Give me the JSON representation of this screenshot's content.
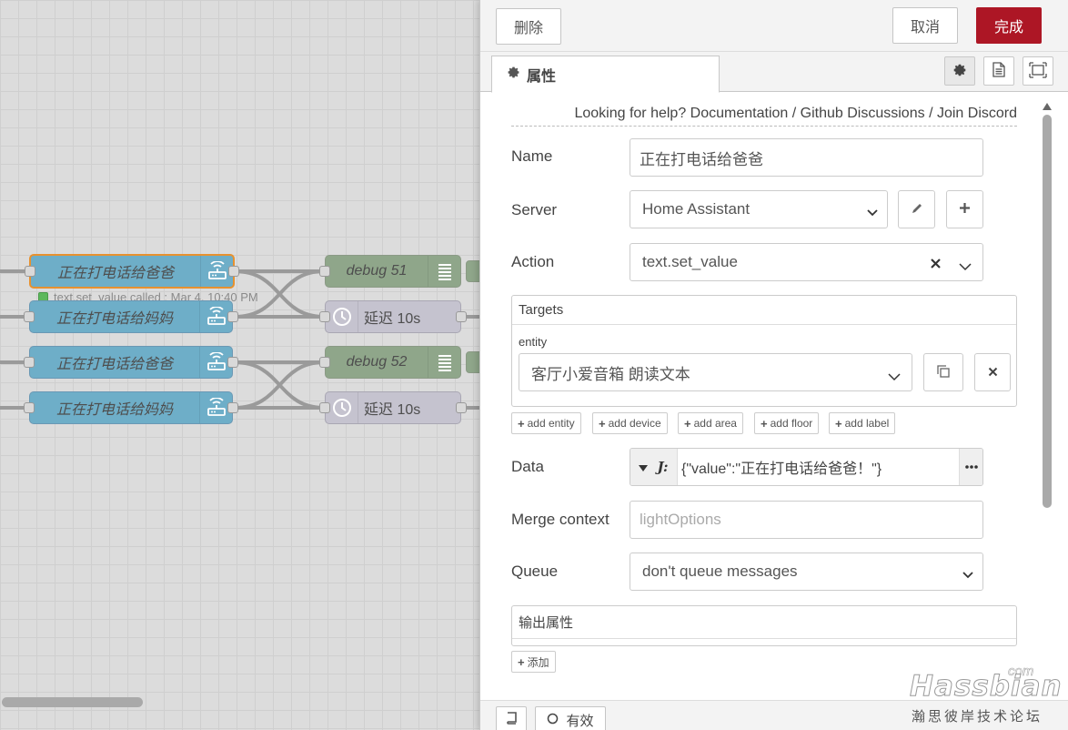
{
  "canvas": {
    "nodes": {
      "ha1": "正在打电话给爸爸",
      "ha2": "正在打电话给妈妈",
      "ha3": "正在打电话给爸爸",
      "ha4": "正在打电话给妈妈",
      "debug1": "debug 51",
      "debug2": "debug 52",
      "delay1": "延迟 10s",
      "delay2": "延迟 10s"
    },
    "status_text": "text.set_value called : Mar 4, 10:40 PM"
  },
  "tray": {
    "delete_label": "删除",
    "cancel_label": "取消",
    "done_label": "完成",
    "tab_properties": "属性",
    "help": {
      "prefix": "Looking for help?",
      "link_docs": "Documentation",
      "sep": "/",
      "link_github": "Github Discussions",
      "link_discord": "Join Discord"
    },
    "form": {
      "name_label": "Name",
      "name_value": "正在打电话给爸爸",
      "server_label": "Server",
      "server_value": "Home Assistant",
      "action_label": "Action",
      "action_value": "text.set_value",
      "targets_title": "Targets",
      "entity_label": "entity",
      "entity_value": "客厅小爱音箱 朗读文本",
      "add_entity": "add entity",
      "add_device": "add device",
      "add_area": "add area",
      "add_floor": "add floor",
      "add_label": "add label",
      "data_label": "Data",
      "data_value": "{\"value\":\"正在打电话给爸爸！\"}",
      "merge_label": "Merge context",
      "merge_placeholder": "lightOptions",
      "queue_label": "Queue",
      "queue_value": "don't queue messages",
      "output_title": "输出属性",
      "add_button": "添加"
    },
    "footer": {
      "enabled_label": "有效"
    }
  },
  "watermark": {
    "brand": "Hassbian",
    "com": "com",
    "sub": "瀚思彼岸技术论坛"
  },
  "colors": {
    "accent": "#ad1625",
    "ha_node": "#6eaec8",
    "debug_node": "#8fa68a",
    "delay_node": "#c5c3cf",
    "selected_outline": "#e7912f"
  }
}
